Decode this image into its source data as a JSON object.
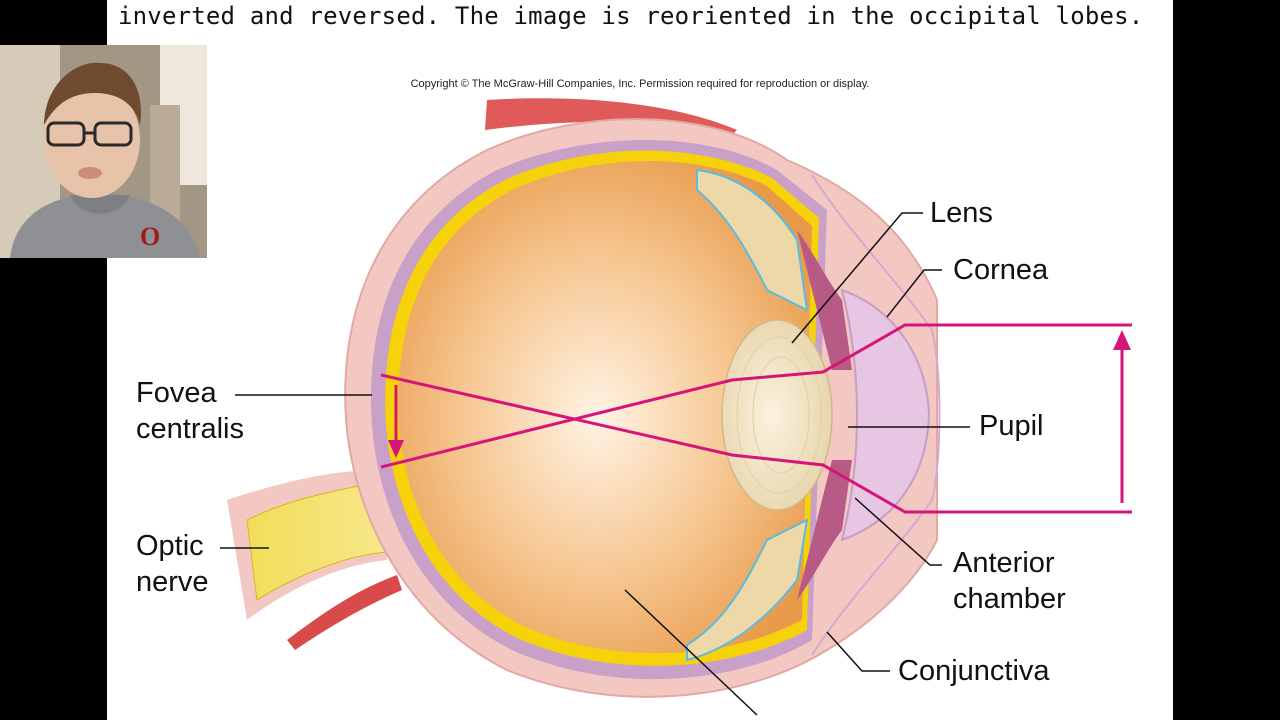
{
  "caption": "inverted and reversed.  The image is reoriented in the occipital lobes.",
  "copyright": "Copyright © The McGraw-Hill Companies, Inc. Permission required for reproduction or display.",
  "labels": {
    "lens": "Lens",
    "cornea": "Cornea",
    "pupil": "Pupil",
    "fovea_line1": "Fovea",
    "fovea_line2": "centralis",
    "optic_line1": "Optic",
    "optic_line2": "nerve",
    "anterior_line1": "Anterior",
    "anterior_line2": "chamber",
    "conjunctiva": "Conjunctiva"
  },
  "colors": {
    "ray": "#d6157a",
    "vitreous": "#f0b070",
    "sclera": "#f4c8c2",
    "retina": "#f5d20a",
    "iris": "#b85a86",
    "cornea": "#e7c6e4"
  },
  "webcam_icon": "person-webcam-feed"
}
